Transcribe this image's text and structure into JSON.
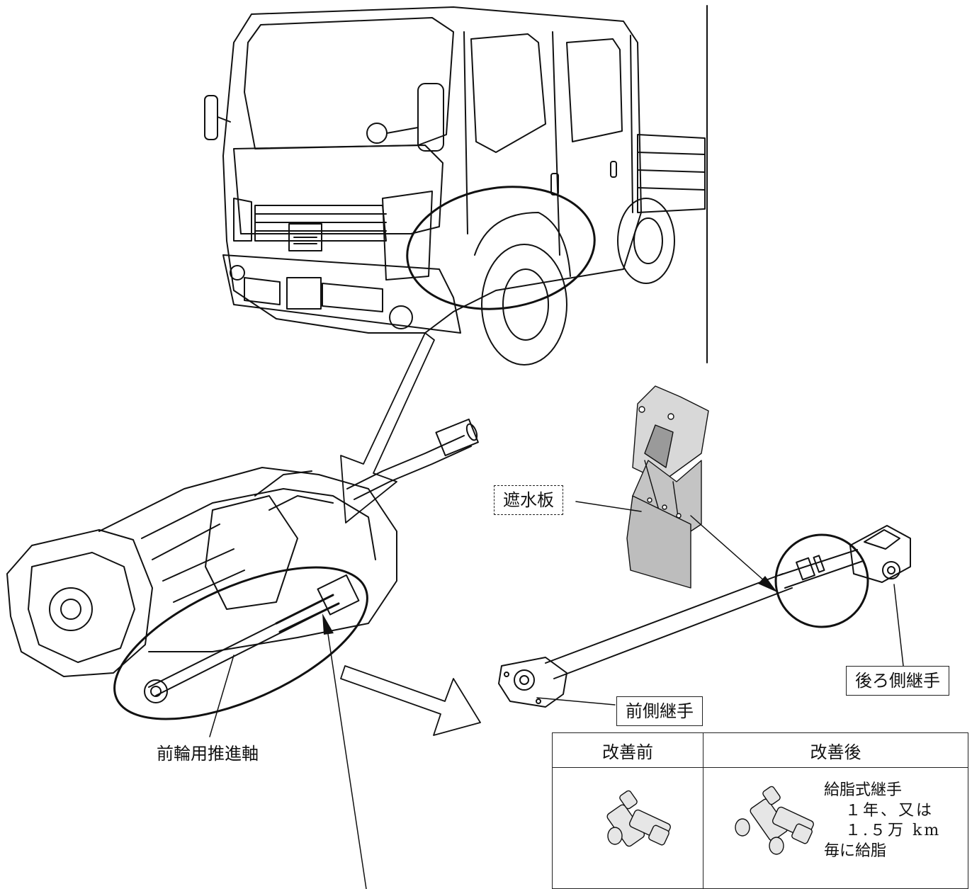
{
  "labels": {
    "water_shield": "遮水板",
    "rear_joint": "後ろ側継手",
    "front_joint": "前側継手",
    "front_shaft": "前輪用推進軸"
  },
  "table": {
    "header_before": "改善前",
    "header_after": "改善後",
    "after_note_title": "給脂式継手",
    "after_note_line1": "１年、又は",
    "after_note_line2": "１.５万 km",
    "after_note_line3": "毎に給脂"
  }
}
